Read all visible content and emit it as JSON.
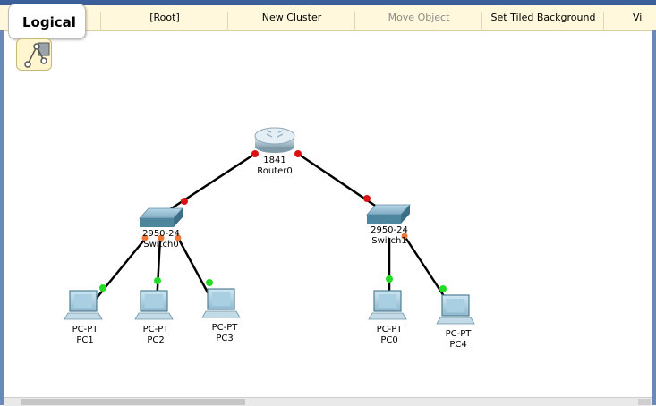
{
  "toolbar": {
    "logical_label": "Logical",
    "root_label": "[Root]",
    "new_cluster_label": "New Cluster",
    "move_object_label": "Move Object",
    "set_tiled_bg_label": "Set Tiled Background",
    "viewport_label": "Vi"
  },
  "devices": {
    "router0": {
      "model": "1841",
      "name": "Router0"
    },
    "switch0": {
      "model": "2950-24",
      "name": "Switch0"
    },
    "switch1": {
      "model": "2950-24",
      "name": "Switch1"
    },
    "pc1": {
      "model": "PC-PT",
      "name": "PC1"
    },
    "pc2": {
      "model": "PC-PT",
      "name": "PC2"
    },
    "pc3": {
      "model": "PC-PT",
      "name": "PC3"
    },
    "pc0": {
      "model": "PC-PT",
      "name": "PC0"
    },
    "pc4": {
      "model": "PC-PT",
      "name": "PC4"
    }
  },
  "colors": {
    "link_up": "#22dd22",
    "link_down": "#dd1111",
    "link_blocking": "#ee7733"
  }
}
